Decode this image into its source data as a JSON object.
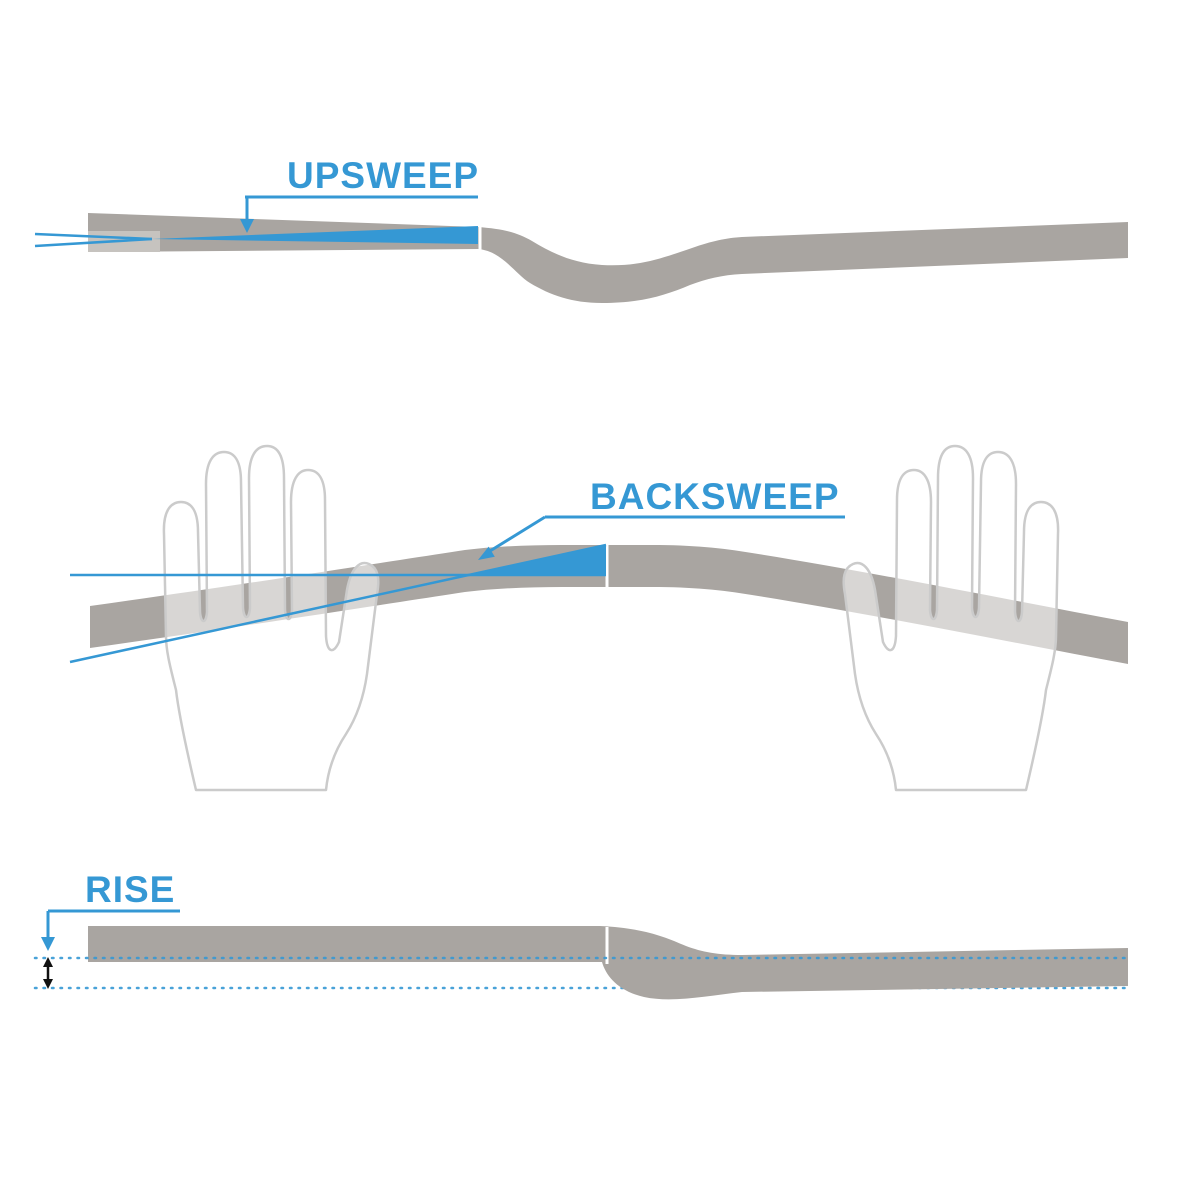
{
  "diagram": {
    "description": "Handlebar geometry diagram",
    "sections": [
      {
        "id": "upsweep",
        "label": "UPSWEEP"
      },
      {
        "id": "backsweep",
        "label": "BACKSWEEP"
      },
      {
        "id": "rise",
        "label": "RISE"
      }
    ]
  },
  "colors": {
    "bg": "#ffffff",
    "accent_blue": "#3598d4",
    "bar_gray": "#a9a5a1",
    "bar_light": "#c6c3bf",
    "hand_outline": "#cbcbcb",
    "seam_white": "#ffffff",
    "arrow_black": "#111111"
  }
}
